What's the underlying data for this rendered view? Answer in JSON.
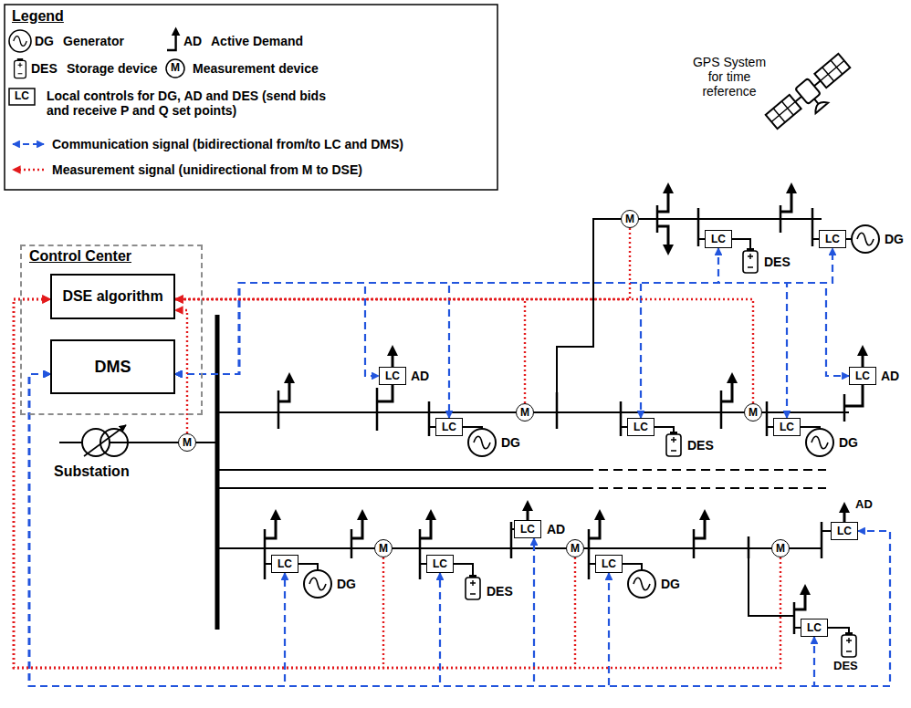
{
  "diagram": {
    "nodes": [
      {
        "text": [
          "Control Center"
        ]
      },
      {
        "text": [
          "DSE algorithm"
        ],
        "in": 0
      },
      {
        "text": [
          "DMS"
        ],
        "in": 0
      },
      {
        "text": [
          "LC"
        ]
      },
      {
        "text": [
          "LC"
        ]
      },
      {
        "text": [
          "M"
        ]
      },
      {
        "text": [
          "LC"
        ]
      },
      {
        "text": [
          "M"
        ]
      },
      {
        "text": [
          "LC"
        ]
      },
      {
        "text": [
          "LC"
        ]
      },
      {
        "text": [
          "M"
        ]
      },
      {
        "text": [
          "LC"
        ]
      },
      {
        "text": [
          "LC"
        ]
      },
      {
        "text": [
          "M"
        ]
      },
      {
        "text": [
          "LC"
        ]
      },
      {
        "text": [
          "M"
        ]
      },
      {
        "text": [
          "LC"
        ]
      },
      {
        "text": [
          "LC"
        ]
      },
      {
        "text": [
          "M"
        ]
      },
      {
        "text": [
          "LC"
        ]
      },
      {
        "text": [
          "M"
        ]
      },
      {
        "text": [
          "LC"
        ]
      },
      {
        "text": [
          "LC"
        ]
      }
    ],
    "edges": [
      {
        "from": 2,
        "to": 3,
        "arrow": "both"
      },
      {
        "from": 2,
        "to": 4,
        "arrow": "both"
      },
      {
        "from": 2,
        "to": 6,
        "arrow": "both"
      },
      {
        "from": 2,
        "to": 8,
        "arrow": "both"
      },
      {
        "from": 2,
        "to": 9,
        "arrow": "both"
      },
      {
        "from": 2,
        "to": 11,
        "arrow": "both"
      },
      {
        "from": 2,
        "to": 12,
        "arrow": "both"
      },
      {
        "from": 2,
        "to": 14,
        "arrow": "both"
      },
      {
        "from": 2,
        "to": 16,
        "arrow": "both"
      },
      {
        "from": 2,
        "to": 17,
        "arrow": "both"
      },
      {
        "from": 2,
        "to": 19,
        "arrow": "both"
      },
      {
        "from": 2,
        "to": 21,
        "arrow": "both"
      },
      {
        "from": 2,
        "to": 22,
        "arrow": "both"
      },
      {
        "from": 5,
        "to": 1,
        "arrow": "to"
      },
      {
        "from": 7,
        "to": 1,
        "arrow": "to"
      },
      {
        "from": 10,
        "to": 1,
        "arrow": "to"
      },
      {
        "from": 13,
        "to": 1,
        "arrow": "to"
      },
      {
        "from": 15,
        "to": 1,
        "arrow": "to"
      },
      {
        "from": 18,
        "to": 1,
        "arrow": "to"
      },
      {
        "from": 20,
        "to": 1,
        "arrow": "to"
      }
    ],
    "labels": [
      "Legend",
      "DG",
      "AD",
      "DES",
      "M",
      "LC",
      "GPS System for time reference",
      "Substation",
      "AD",
      "DG",
      "DES",
      "DG",
      "AD",
      "DES",
      "DG",
      "DG",
      "DES",
      "AD",
      "DG",
      "AD",
      "DES"
    ],
    "legend": [
      {
        "text": "Generator"
      },
      {
        "text": "Active Demand"
      },
      {
        "text": "Storage device"
      },
      {
        "text": "Measurement device"
      },
      {
        "text": "Local controls for DG, AD and DES (send bids and receive P and Q set points)"
      },
      {
        "text": "Communication signal (bidirectional from/to LC and DMS)"
      },
      {
        "text": "Measurement signal (unidirectional from M to DSE)"
      }
    ]
  }
}
